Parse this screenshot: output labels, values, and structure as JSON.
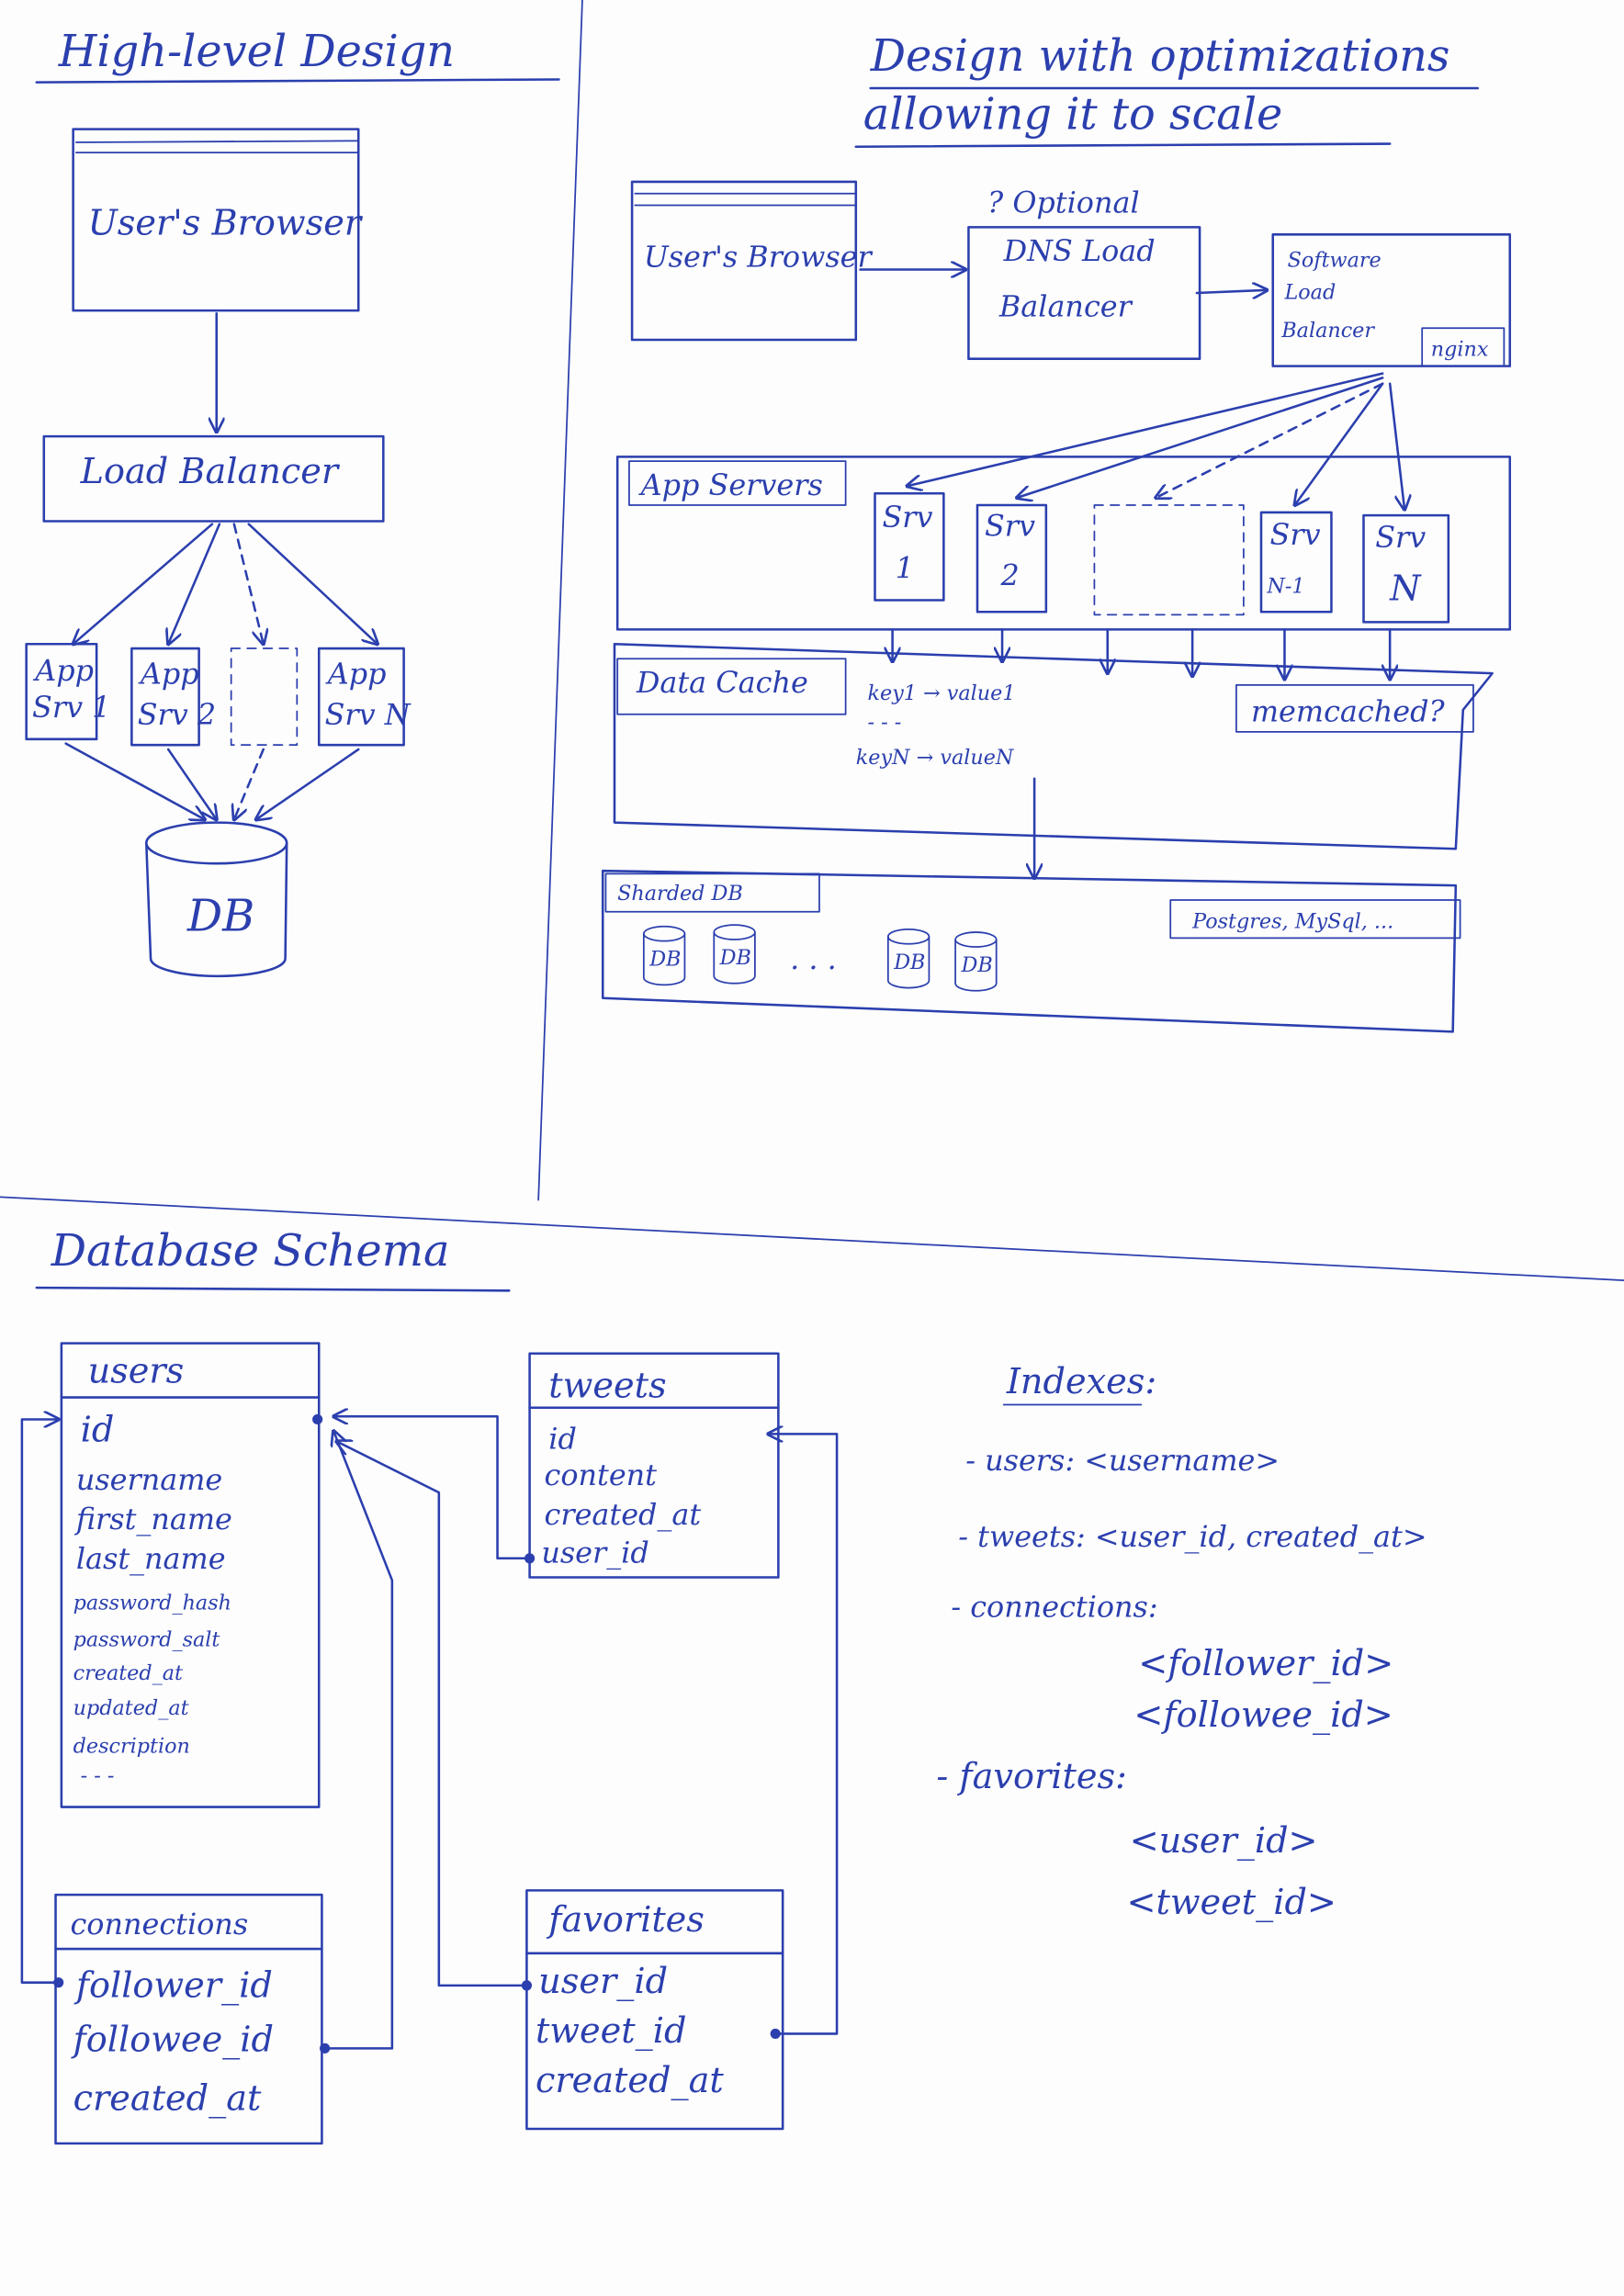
{
  "high_level": {
    "title": "High-level Design",
    "browser": "User's Browser",
    "load_balancer": "Load Balancer",
    "app_servers": [
      {
        "l1": "App",
        "l2": "Srv 1"
      },
      {
        "l1": "App",
        "l2": "Srv 2"
      },
      {
        "l1": "App",
        "l2": "Srv N"
      }
    ],
    "db": "DB"
  },
  "optimized": {
    "title_line1": "Design with optimizations",
    "title_line2": "allowing it to scale",
    "browser": "User's Browser",
    "optional": "? Optional",
    "dns_lb_line1": "DNS Load",
    "dns_lb_line2": "Balancer",
    "software_lb": [
      "Software",
      "Load",
      "Balancer"
    ],
    "nginx": "nginx",
    "app_servers_label": "App Servers",
    "servers": [
      {
        "l1": "Srv",
        "l2": "1"
      },
      {
        "l1": "Srv",
        "l2": "2"
      },
      {
        "l1": "Srv",
        "l2": "N-1"
      },
      {
        "l1": "Srv",
        "l2": "N"
      }
    ],
    "data_cache": "Data Cache",
    "cache_entries": [
      "key1 → value1",
      "- - -",
      "keyN → valueN"
    ],
    "memcached": "memcached?",
    "sharded_db": "Sharded DB",
    "db_icons": [
      "DB",
      "DB",
      "DB",
      "DB"
    ],
    "db_ellipsis": ". . .",
    "db_engines": "Postgres, MySql, ..."
  },
  "schema": {
    "title": "Database Schema",
    "users": {
      "name": "users",
      "fields": [
        "id",
        "username",
        "first_name",
        "last_name",
        "password_hash",
        "password_salt",
        "created_at",
        "updated_at",
        "description",
        "- - -"
      ]
    },
    "tweets": {
      "name": "tweets",
      "fields": [
        "id",
        "content",
        "created_at",
        "user_id"
      ]
    },
    "connections": {
      "name": "connections",
      "fields": [
        "follower_id",
        "followee_id",
        "created_at"
      ]
    },
    "favorites": {
      "name": "favorites",
      "fields": [
        "user_id",
        "tweet_id",
        "created_at"
      ]
    },
    "indexes": {
      "title": "Indexes:",
      "lines": [
        "- users: <username>",
        "- tweets: <user_id, created_at>",
        "- connections:",
        "<follower_id>",
        "<followee_id>",
        "- favorites:",
        "<user_id>",
        "<tweet_id>"
      ]
    }
  }
}
